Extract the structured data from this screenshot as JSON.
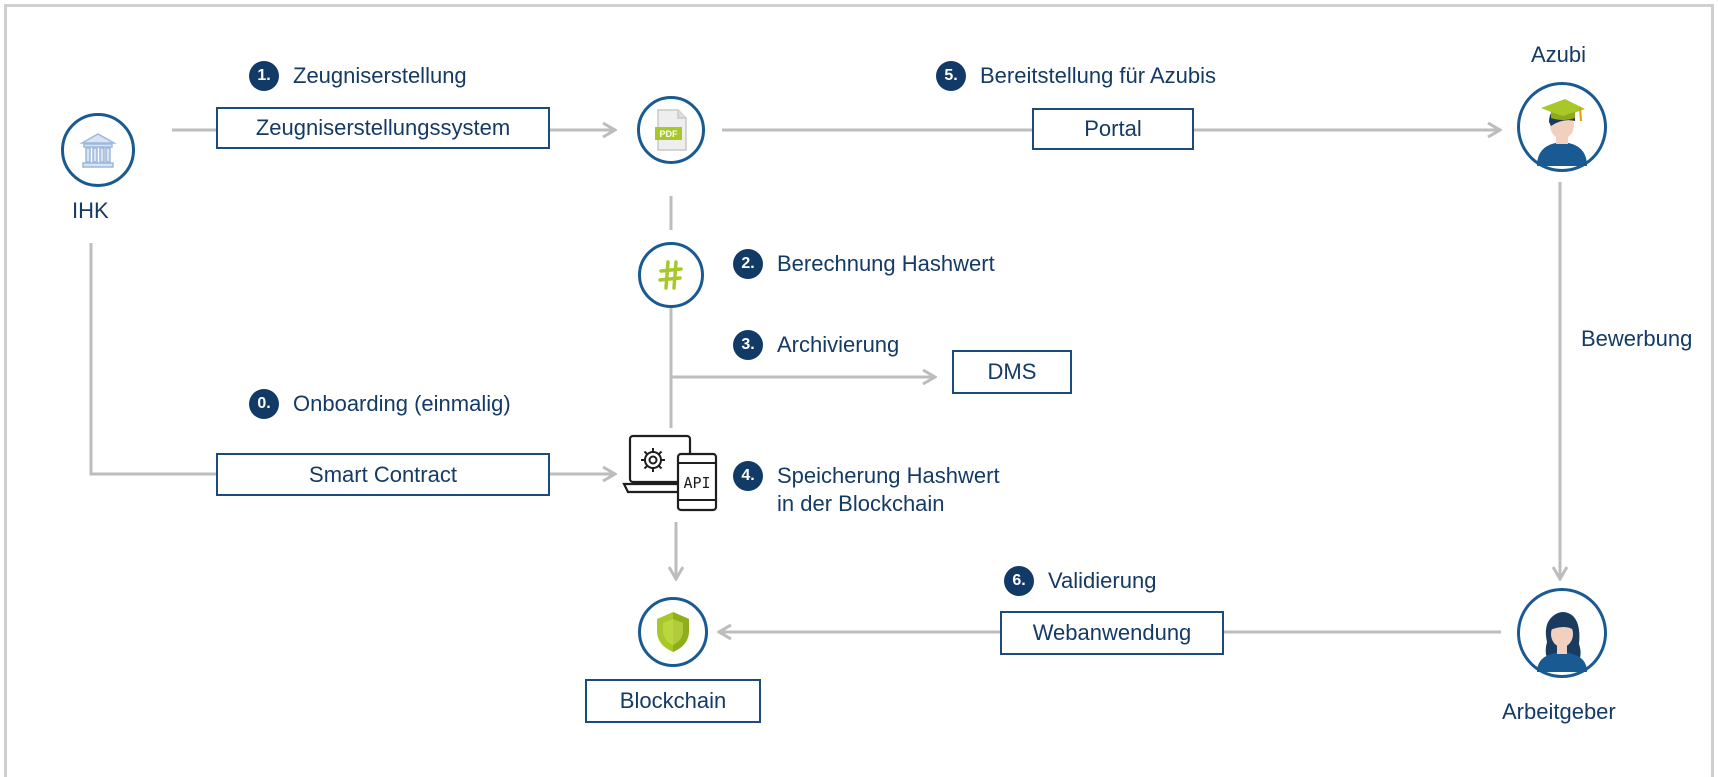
{
  "actors": {
    "ihk": "IHK",
    "azubi": "Azubi",
    "arbeitgeber": "Arbeitgeber"
  },
  "steps": [
    {
      "number": "1.",
      "text": "Zeugniserstellung"
    },
    {
      "number": "5.",
      "text": "Bereitstellung für Azubis"
    },
    {
      "number": "2.",
      "text": "Berechnung Hashwert"
    },
    {
      "number": "3.",
      "text": "Archivierung"
    },
    {
      "number": "0.",
      "text": "Onboarding (einmalig)"
    },
    {
      "number": "4.",
      "text": "Speicherung Hashwert",
      "text2": "in der Blockchain"
    },
    {
      "number": "6.",
      "text": "Validierung"
    }
  ],
  "systems": {
    "zeugnis": "Zeugniserstellungssystem",
    "portal": "Portal",
    "dms": "DMS",
    "smart_contract": "Smart Contract",
    "webanwendung": "Webanwendung",
    "blockchain": "Blockchain"
  },
  "labels": {
    "bewerbung": "Bewerbung",
    "pdf": "PDF",
    "api": "API"
  },
  "colors": {
    "navy": "#123a66",
    "green": "#a8c82a",
    "connector": "#bdbdbd"
  }
}
